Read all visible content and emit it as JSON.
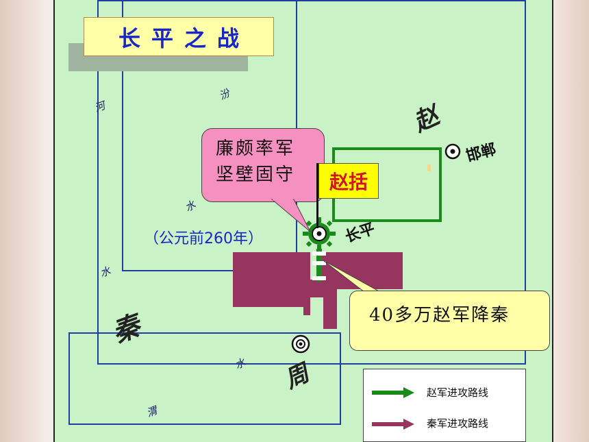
{
  "title": "长平之战",
  "date_note": "（公元前260年）",
  "callouts": {
    "lian_po": [
      "廉颇率军",
      "坚壁固守"
    ],
    "zhao_kuo": "赵括",
    "surrender": "40多万赵军降秦"
  },
  "places": {
    "zhao": "赵",
    "qin": "秦",
    "zhou": "周",
    "handan": "邯郸",
    "changping": "长平"
  },
  "rivers": {
    "he": "河",
    "fen": "汾",
    "shui1": "水",
    "shui2": "水",
    "shui3": "水",
    "wei": "渭"
  },
  "legend": {
    "zhao_route": "赵军进攻路线",
    "qin_route": "秦军进攻路线"
  },
  "colors": {
    "zhao_route": "#1a8a1a",
    "qin_route": "#953560",
    "region_border": "#1e3fa0",
    "map_bg": "#c9f2c6"
  }
}
